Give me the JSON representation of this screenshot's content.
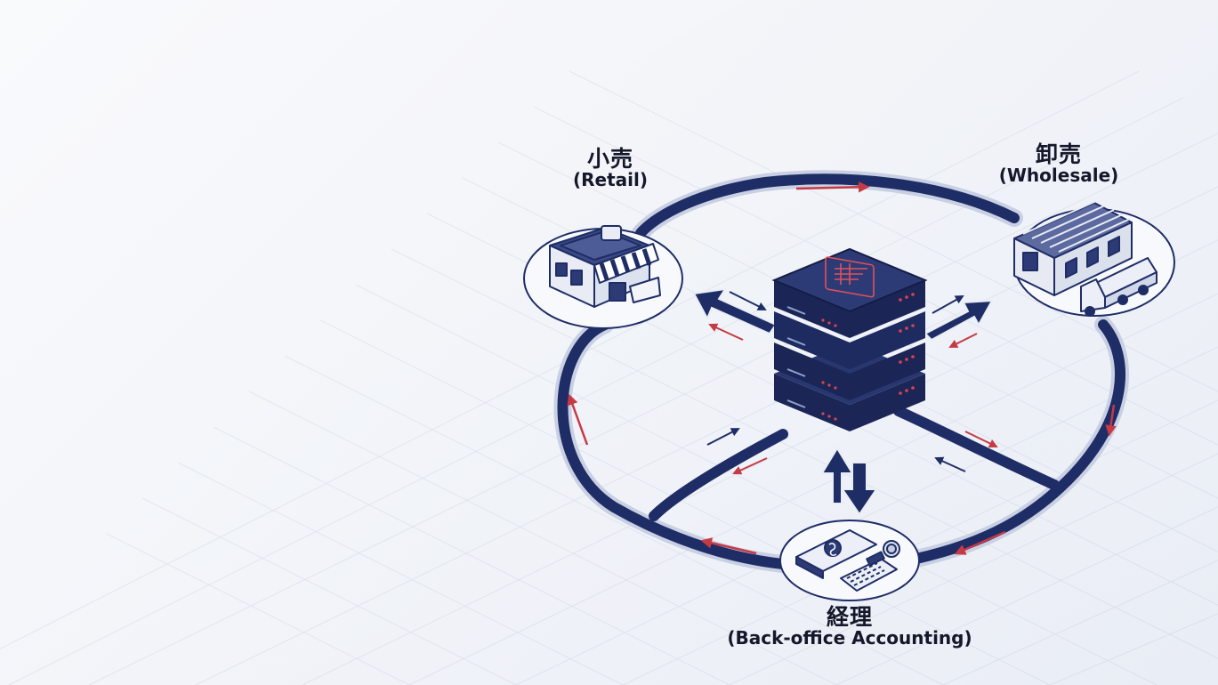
{
  "colors": {
    "navy": "#1e2d66",
    "accent_red": "#c63a45",
    "grid_line": "#d6dbe8",
    "node_fill": "#f8f9fc"
  },
  "nodes": {
    "retail": {
      "label_jp": "小売",
      "label_en": "(Retail)",
      "icon": "storefront-icon"
    },
    "wholesale": {
      "label_jp": "卸売",
      "label_en": "(Wholesale)",
      "icon": "warehouse-truck-icon"
    },
    "accounting": {
      "label_jp": "経理",
      "label_en": "(Back-office Accounting)",
      "icon": "ledger-calculator-icon"
    }
  },
  "hub": {
    "icon": "server-stack-icon"
  }
}
